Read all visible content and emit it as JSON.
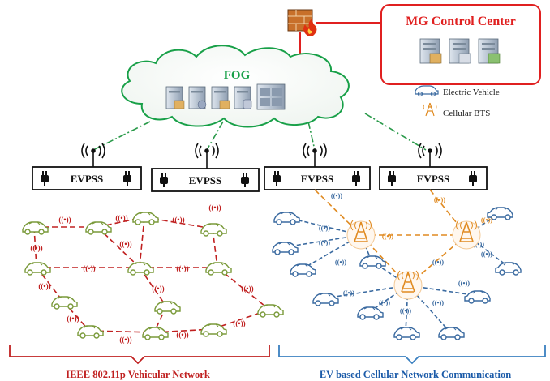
{
  "control_center": {
    "title": "MG Control Center"
  },
  "fog": {
    "label": "FOG"
  },
  "legend": [
    {
      "label": "Electric Vehicle",
      "icon": "electric-vehicle-icon"
    },
    {
      "label": "Cellular BTS",
      "icon": "cellular-bts-icon"
    }
  ],
  "stations": [
    {
      "label": "EVPSS"
    },
    {
      "label": "EVPSS"
    },
    {
      "label": "EVPSS"
    },
    {
      "label": "EVPSS"
    }
  ],
  "signal_symbol": "((•))",
  "networks": {
    "left_title": "IEEE 802.11p Vehicular Network",
    "right_title": "EV based Cellular Network Communication"
  },
  "colors": {
    "control_center": "#e02020",
    "fog_label": "#18a048",
    "fog_link": "#2a9a4a",
    "vehicle_green": "#7a9a3a",
    "vehicle_blue": "#3a6aa0",
    "v2v_link": "#c02020",
    "bts_link": "#e08a20",
    "left_brace": "#c02020",
    "right_brace": "#3a80c0"
  }
}
